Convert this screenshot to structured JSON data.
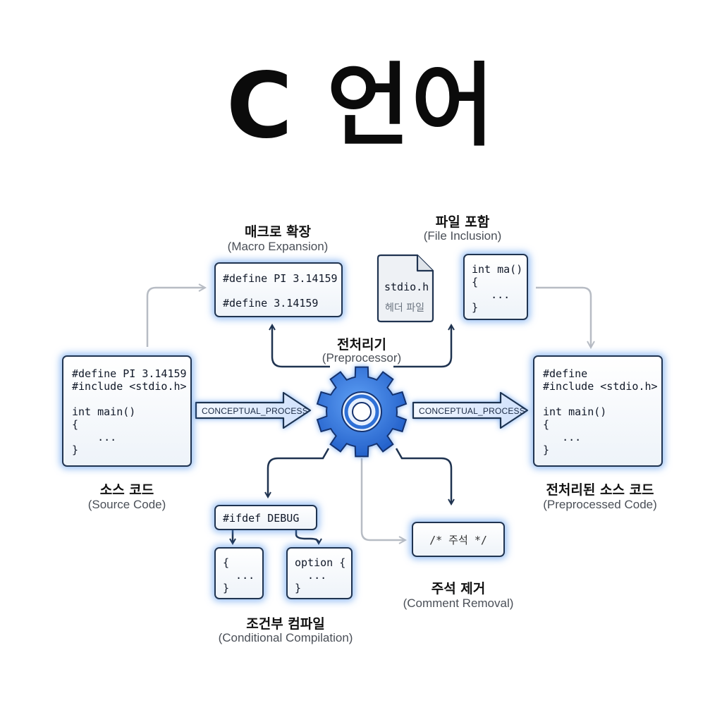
{
  "title": "C 언어",
  "center": {
    "label_ko": "전처리기",
    "label_en": "(Preprocessor)"
  },
  "source": {
    "code": "#define PI 3.14159\n#include <stdio.h>\n\nint main()\n{\n    ...\n}",
    "label_ko": "소스 코드",
    "label_en": "(Source Code)"
  },
  "output": {
    "code": "#define\n#include <stdio.h>\n\nint main()\n{\n   ...\n}",
    "label_ko": "전처리된 소스 코드",
    "label_en": "(Preprocessed Code)"
  },
  "arrow_caption_left": "CONCEPTUAL_PROCESS",
  "arrow_caption_right": "CONCEPTUAL_PROCESS",
  "macro": {
    "label_ko": "매크로 확장",
    "label_en": "(Macro Expansion)",
    "line1": "#define PI 3.14159",
    "line2": "#define 3.14159"
  },
  "inclusion": {
    "label_ko": "파일 포함",
    "label_en": "(File Inclusion)",
    "file_name": "stdio.h",
    "file_caption": "헤더 파일",
    "code": "int ma()\n{\n   ...\n}"
  },
  "conditional": {
    "label_ko": "조건부 컴파일",
    "label_en": "(Conditional Compilation)",
    "directive": "#ifdef DEBUG",
    "left_code": "{\n  ...\n}",
    "right_code": "option {\n  ...\n}"
  },
  "comment": {
    "label_ko": "주석 제거",
    "label_en": "(Comment Removal)",
    "text": "/* 주석 */"
  },
  "colors": {
    "navy": "#1f3350",
    "gear_blue": "#2f6fd6",
    "glow": "#468ceb",
    "grey_arrow": "#b7bcc4"
  }
}
